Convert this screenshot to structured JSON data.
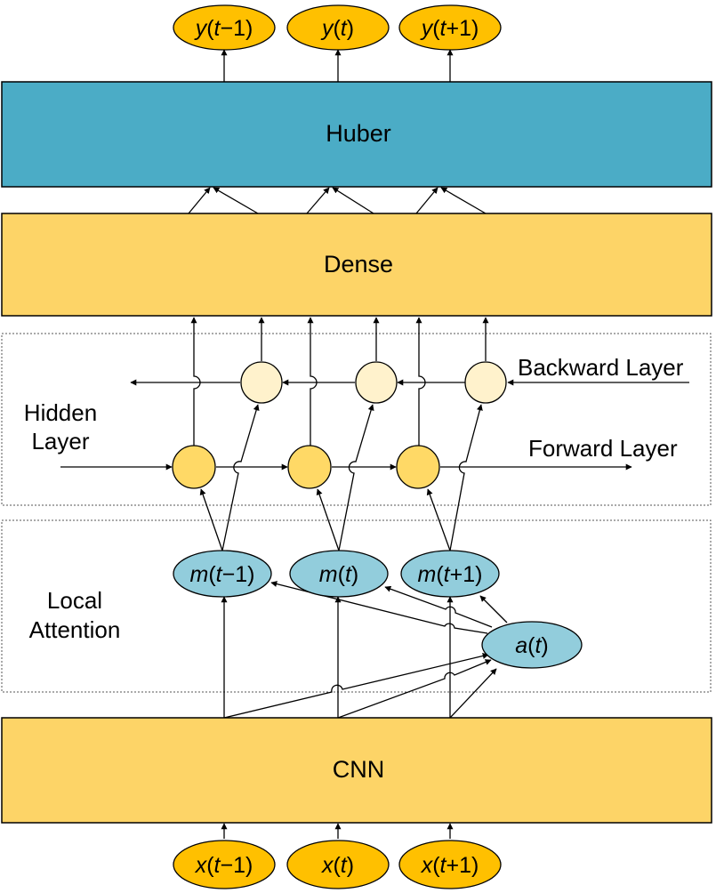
{
  "blocks": {
    "huber": "Huber",
    "dense": "Dense",
    "cnn": "CNN"
  },
  "side_labels": {
    "hidden_line1": "Hidden",
    "hidden_line2": "Layer",
    "attention_line1": "Local",
    "attention_line2": "Attention",
    "backward": "Backward Layer",
    "forward": "Forward Layer"
  },
  "outputs": [
    {
      "var": "y",
      "open": "(",
      "t": "t",
      "suffix": "−1",
      "close": ")"
    },
    {
      "var": "y",
      "open": "(",
      "t": "t",
      "suffix": "",
      "close": ")"
    },
    {
      "var": "y",
      "open": "(",
      "t": "t",
      "suffix": "+1",
      "close": ")"
    }
  ],
  "memory_nodes": [
    {
      "var": "m",
      "open": "(",
      "t": "t",
      "suffix": "−1",
      "close": ")"
    },
    {
      "var": "m",
      "open": "(",
      "t": "t",
      "suffix": "",
      "close": ")"
    },
    {
      "var": "m",
      "open": "(",
      "t": "t",
      "suffix": "+1",
      "close": ")"
    }
  ],
  "attention_node": {
    "var": "a",
    "open": "(",
    "t": "t",
    "suffix": "",
    "close": ")"
  },
  "inputs": [
    {
      "var": "x",
      "open": "(",
      "t": "t",
      "suffix": "−1",
      "close": ")"
    },
    {
      "var": "x",
      "open": "(",
      "t": "t",
      "suffix": "",
      "close": ")"
    },
    {
      "var": "x",
      "open": "(",
      "t": "t",
      "suffix": "+1",
      "close": ")"
    }
  ],
  "colors": {
    "block_fill": "#FDD467",
    "huber_fill": "#4BACC6",
    "io_fill": "#FFC000",
    "node_fill": "#92CDDC",
    "forward_fill": "#FFD966",
    "backward_fill": "#FFF2CC"
  }
}
